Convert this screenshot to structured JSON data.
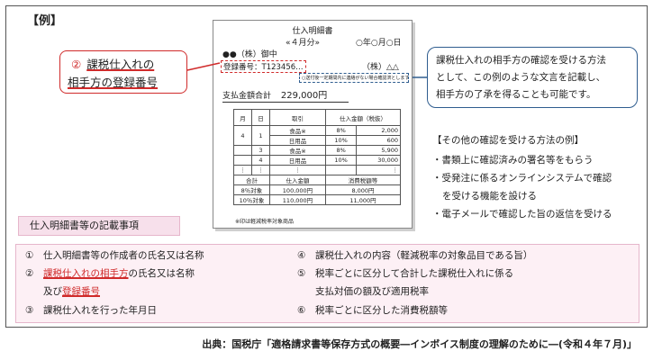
{
  "example_label": "【例】",
  "invoice": {
    "title": "仕入明細書",
    "period": "«４月分»",
    "date": "○年○月○日",
    "buyer": "●●（株）御中",
    "registration": "登録番号：T123456…",
    "seller": "（株）△△",
    "note": "○送付後一定期間内に連絡がない場合確認済とします",
    "total_label": "支払金額合計",
    "total_value": "229,000円",
    "table": {
      "headers": [
        "月",
        "日",
        "取引",
        "仕入金額（税抜）"
      ],
      "rows": [
        [
          "4",
          "1",
          "食品※",
          "8%",
          "2,000"
        ],
        [
          "",
          "",
          "日用品",
          "10%",
          "600"
        ],
        [
          "",
          "3",
          "食品※",
          "8%",
          "5,900"
        ],
        [
          "",
          "4",
          "日用品",
          "10%",
          "30,000"
        ],
        [
          "⋮",
          "⋮",
          "⋮",
          "",
          "⋮"
        ]
      ],
      "summary_headers": [
        "合計",
        "仕入金額",
        "消費税額等"
      ],
      "summary_rows": [
        [
          "8％対象",
          "100,000円",
          "8,000円"
        ],
        [
          "10％対象",
          "110,000円",
          "11,000円"
        ]
      ]
    },
    "footnote": "※印は軽減税率対象商品"
  },
  "callout_red": {
    "num": "②",
    "line1": "課税仕入れの",
    "line2a": "相手方の",
    "line2b": "登録番号"
  },
  "callout_blue": {
    "line1": "課税仕入れの相手方の確認を受ける方法",
    "line2": "として、この例のような文言を記載し、",
    "line3": "相手方の了承を得ることも可能です。"
  },
  "other_methods": {
    "title": "【その他の確認を受ける方法の例】",
    "items": [
      "・書類上に確認済みの署名等をもらう",
      "・受発注に係るオンラインシステムで確認",
      "を受ける機能を設ける",
      "・電子メールで確認した旨の返信を受ける"
    ]
  },
  "section_label": "仕入明細書等の記載事項",
  "requirements": {
    "r1": {
      "n": "①",
      "text": "仕入明細書等の作成者の氏名又は名称"
    },
    "r2": {
      "n": "②",
      "a": "課税仕入れの相手方",
      "b": "の氏名又は名称",
      "c": "及び",
      "d": "登録番号"
    },
    "r3": {
      "n": "③",
      "text": "課税仕入れを行った年月日"
    },
    "r4": {
      "n": "④",
      "text": "課税仕入れの内容（軽減税率の対象品目である旨）"
    },
    "r5": {
      "n": "⑤",
      "text": "税率ごとに区分して合計した課税仕入れに係る",
      "text2": "支払対価の額及び適用税率"
    },
    "r6": {
      "n": "⑥",
      "text": "税率ごとに区分した消費税額等"
    }
  },
  "source": "出典：国税庁「適格請求書等保存方式の概要―インボイス制度の理解のために―(令和４年７月)」",
  "colors": {
    "red": "#d02a2a",
    "blue": "#2f5d8f",
    "pink": "#fdf0f5"
  }
}
